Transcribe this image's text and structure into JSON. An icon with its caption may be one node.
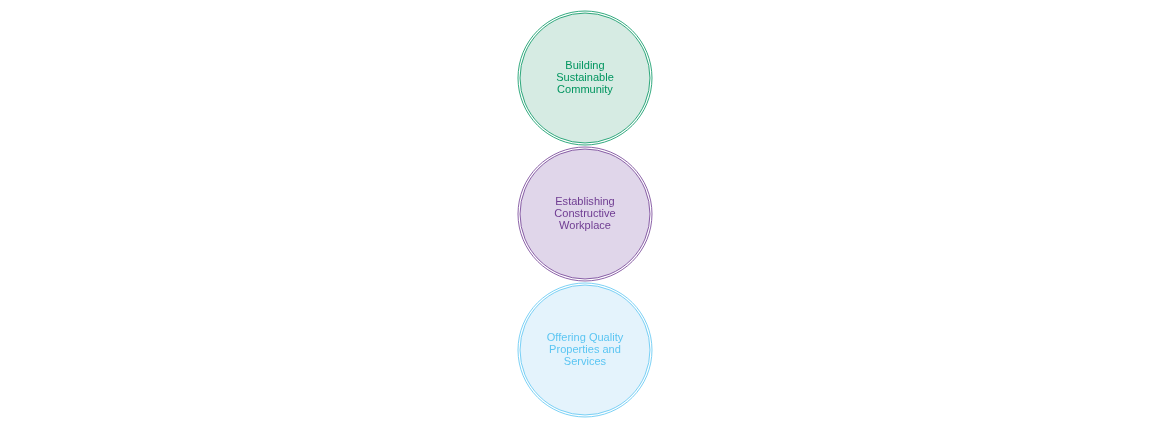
{
  "diagram": {
    "nodes": [
      {
        "text": [
          "Offering Quality Properties and Services"
        ]
      },
      {
        "text": [
          "Establishing Constructive Workplace"
        ]
      },
      {
        "text": [
          "Building Sustainable Community"
        ]
      }
    ]
  }
}
